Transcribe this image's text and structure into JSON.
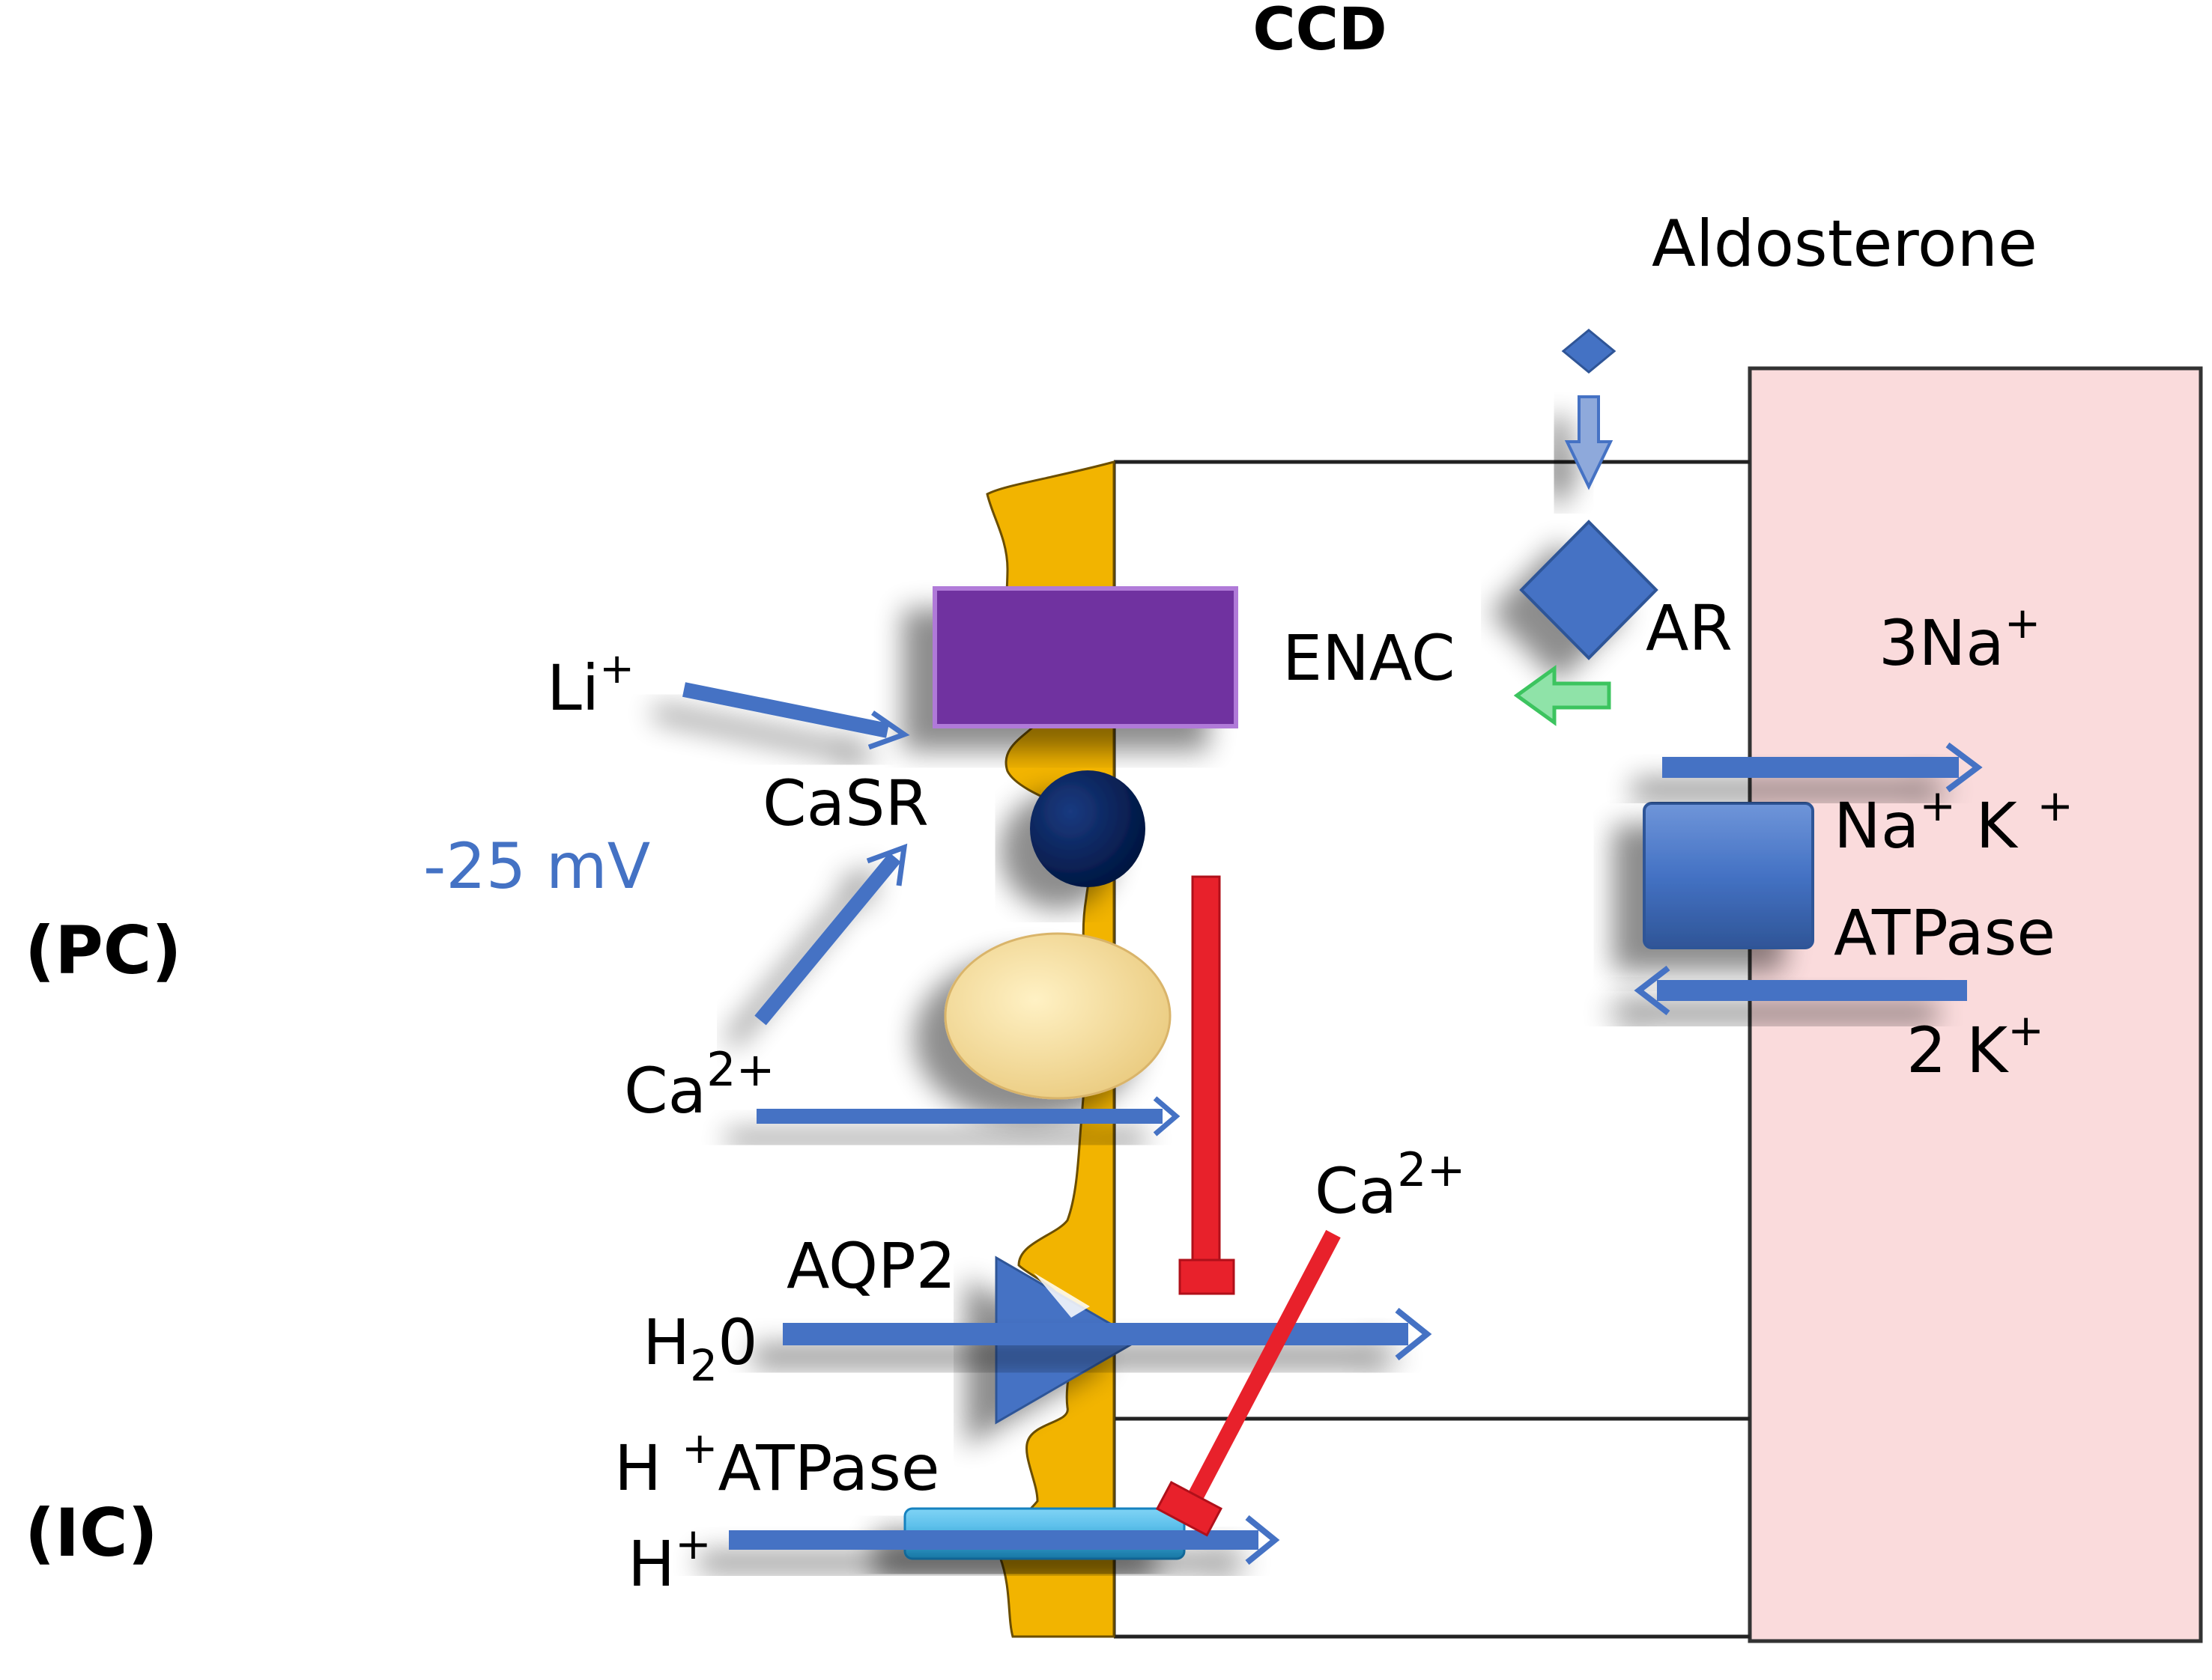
{
  "title": "CCD",
  "cell_labels": {
    "principal_cell": "(PC)",
    "intercalated_cell": "(IC)"
  },
  "hormone": "Aldosterone",
  "receptor": "AR",
  "channels": {
    "enac": "ENAC",
    "casr": "CaSR",
    "aqp2": "AQP2",
    "h_atpase": {
      "prefix": "H ",
      "sup": "+",
      "suffix": "ATPase"
    },
    "na_k_atpase": {
      "line1_a": "Na",
      "line1_a_sup": "+",
      "line1_b": " K ",
      "line1_b_sup": "+",
      "line2": "ATPase"
    }
  },
  "ions": {
    "li": {
      "base": "Li",
      "sup": "+"
    },
    "ca_upper": {
      "base": "Ca",
      "sup": "2+"
    },
    "ca_lower": {
      "base": "Ca",
      "sup": "2+"
    },
    "water": {
      "base": "H",
      "sub": "2",
      "tail": "0"
    },
    "proton": {
      "base": "H",
      "sup": "+"
    },
    "na_out": {
      "base": "3Na",
      "sup": "+"
    },
    "k_in": {
      "base": "2 K",
      "sup": "+"
    }
  },
  "voltage": "-25 mV",
  "colors": {
    "arrow_blue": "#4472C4",
    "inhibit_red": "#E8212B",
    "interstitium_pink": "#FADBDC",
    "membrane_gold": "#F2B400",
    "enac_purple": "#7030A0",
    "casr_navy": "#002060",
    "channel_tan": "#F5DC9A",
    "aldosterone_green": "#3CC45F",
    "h_atpase_cyan": "#3CB4EC",
    "voltage_blue": "#4472C4"
  }
}
